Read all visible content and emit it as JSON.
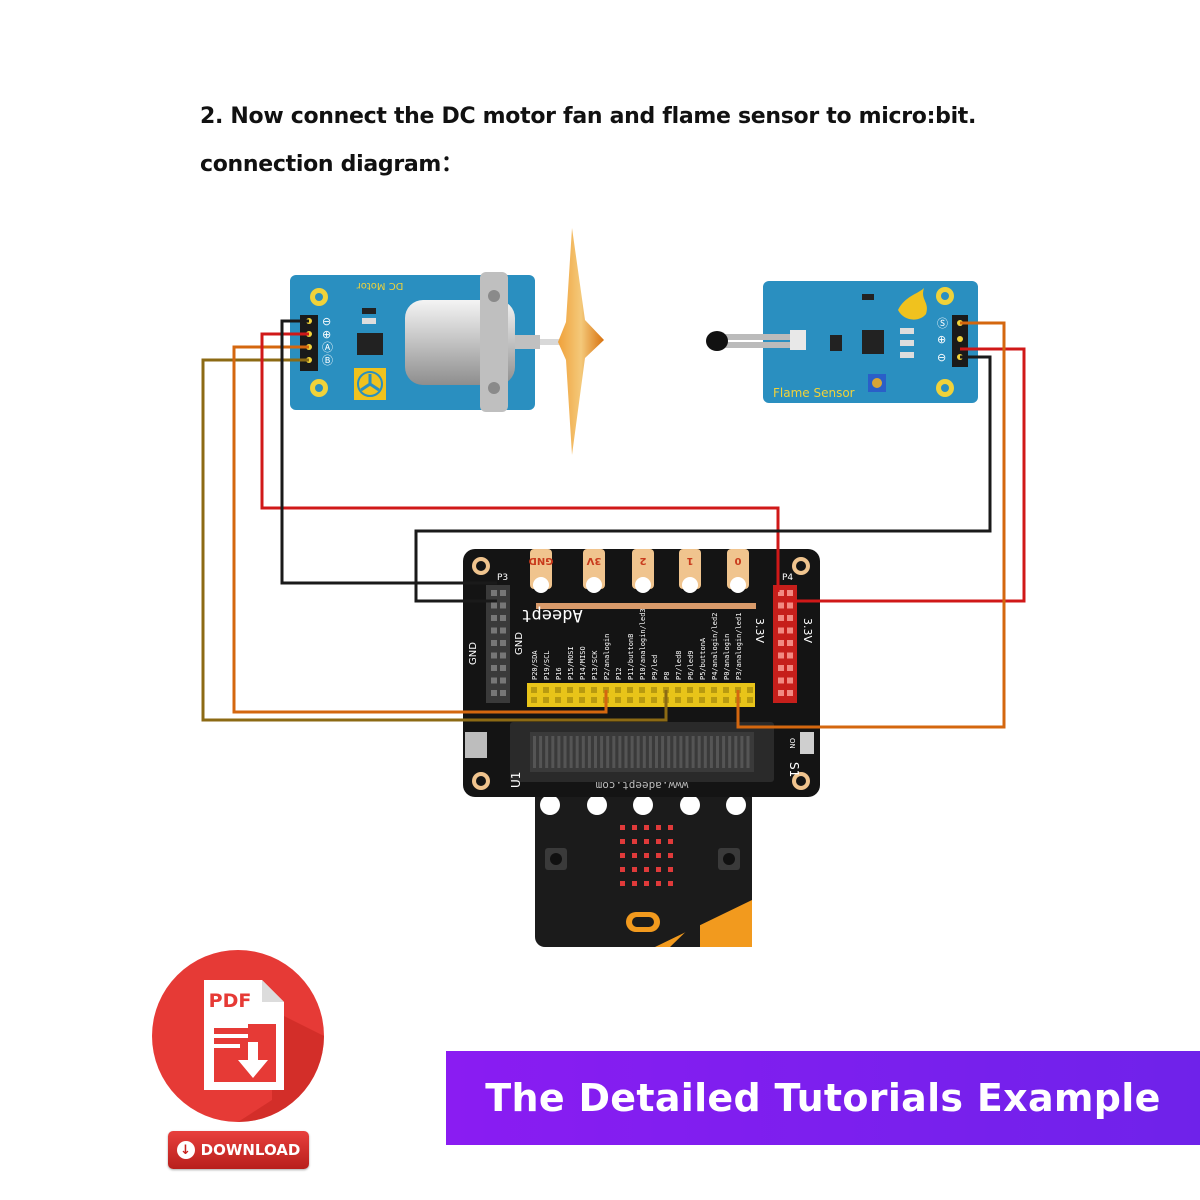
{
  "header": {
    "step_title": "2. Now connect the DC motor fan and flame sensor to micro:bit.",
    "subtitle": "connection diagram："
  },
  "dc_motor_module": {
    "label": "DC Motor",
    "pins": [
      "⊖",
      "⊕",
      "Ⓐ",
      "Ⓑ"
    ]
  },
  "flame_sensor_module": {
    "label": "Flame Sensor",
    "pins": [
      "Ⓢ",
      "⊕",
      "⊖"
    ]
  },
  "expansion_board": {
    "brand": "Adeept",
    "website": "www.adeept.com",
    "top_pads": [
      "GND",
      "3V",
      "2",
      "1",
      "0"
    ],
    "header_left_label": "P3",
    "header_right_label": "P4",
    "gnd_label": "GND",
    "v33_label": "3.3V",
    "pin_labels": [
      "P20/SDA",
      "P19/SCL",
      "P16",
      "P15/MOSI",
      "P14/MISO",
      "P13/SCK",
      "P2/analogin",
      "P12",
      "P11/buttonB",
      "P10/analogin/led3",
      "P9/led",
      "P8",
      "P7/led8",
      "P6/led9",
      "P5/buttonA",
      "P4/analogin/led2",
      "P0/analogin",
      "P3/analogin/led1"
    ],
    "u1_label": "U1",
    "s1_label": "S1",
    "power_label": "ON"
  },
  "colors": {
    "module_blue": "#2a8fc0",
    "wire_red": "#d01818",
    "wire_black": "#1a1a1a",
    "wire_orange": "#d4670f",
    "wire_olive": "#8c6a14",
    "board_black": "#141414",
    "pin_yellow": "#f2d21e",
    "pin_red": "#e02a22",
    "banner_purple": "#7b1fee",
    "pdf_red": "#e63a36"
  },
  "pdf_badge": {
    "label": "PDF",
    "button_label": "DOWNLOAD"
  },
  "banner": {
    "text": "The Detailed Tutorials Example"
  }
}
